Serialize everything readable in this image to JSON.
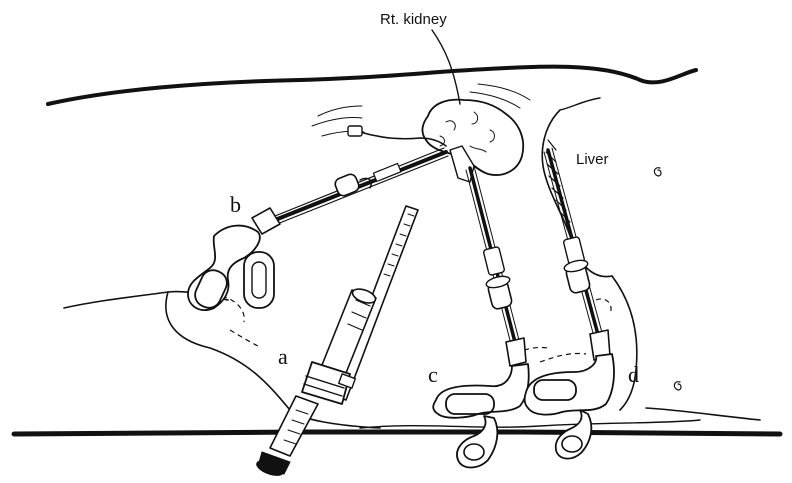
{
  "labels": {
    "kidney": "Rt. kidney",
    "liver": "Liver",
    "a": "a",
    "b": "b",
    "c": "c",
    "d": "d"
  },
  "colors": {
    "ink": "#111111",
    "background": "#ffffff"
  }
}
